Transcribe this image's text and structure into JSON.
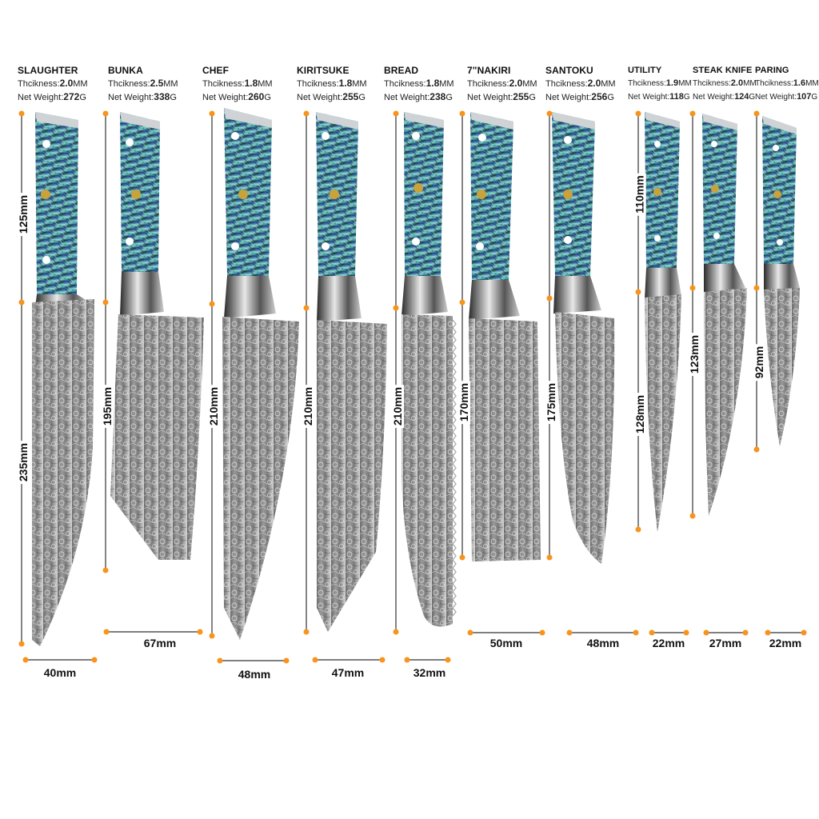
{
  "labels": {
    "thickness_prefix": "Thcikness:",
    "thickness_unit": "MM",
    "weight_prefix": "Net Weight:",
    "weight_unit": "G"
  },
  "colors": {
    "marker": "#f7941d",
    "line": "#333333",
    "handle_teal": "#2fb6a8",
    "blade_grey": "#8a8a8a"
  },
  "knives": [
    {
      "name": "SLAUGHTER",
      "thickness": "2.0",
      "weight": "272",
      "handle_length": "125mm",
      "blade_length": "235mm",
      "blade_width": "40mm"
    },
    {
      "name": "BUNKA",
      "thickness": "2.5",
      "weight": "338",
      "handle_length": "",
      "blade_length": "195mm",
      "blade_width": "67mm"
    },
    {
      "name": "CHEF",
      "thickness": "1.8",
      "weight": "260",
      "handle_length": "",
      "blade_length": "210mm",
      "blade_width": "48mm"
    },
    {
      "name": "KIRITSUKE",
      "thickness": "1.8",
      "weight": "255",
      "handle_length": "",
      "blade_length": "210mm",
      "blade_width": "47mm"
    },
    {
      "name": "BREAD",
      "thickness": "1.8",
      "weight": "238",
      "handle_length": "",
      "blade_length": "210mm",
      "blade_width": "32mm"
    },
    {
      "name": "7\"NAKIRI",
      "thickness": "2.0",
      "weight": "255",
      "handle_length": "",
      "blade_length": "170mm",
      "blade_width": "50mm"
    },
    {
      "name": "SANTOKU",
      "thickness": "2.0",
      "weight": "256",
      "handle_length": "",
      "blade_length": "175mm",
      "blade_width": "48mm"
    },
    {
      "name": "UTILITY",
      "thickness": "1.9",
      "weight": "118",
      "handle_length": "110mm",
      "blade_length": "128mm",
      "blade_width": "22mm"
    },
    {
      "name": "STEAK KNIFE",
      "thickness": "2.0",
      "weight": "124",
      "handle_length": "",
      "blade_length": "123mm",
      "blade_width": "27mm"
    },
    {
      "name": "PARING",
      "thickness": "1.6",
      "weight": "107",
      "handle_length": "",
      "blade_length": "92mm",
      "blade_width": "22mm"
    }
  ]
}
